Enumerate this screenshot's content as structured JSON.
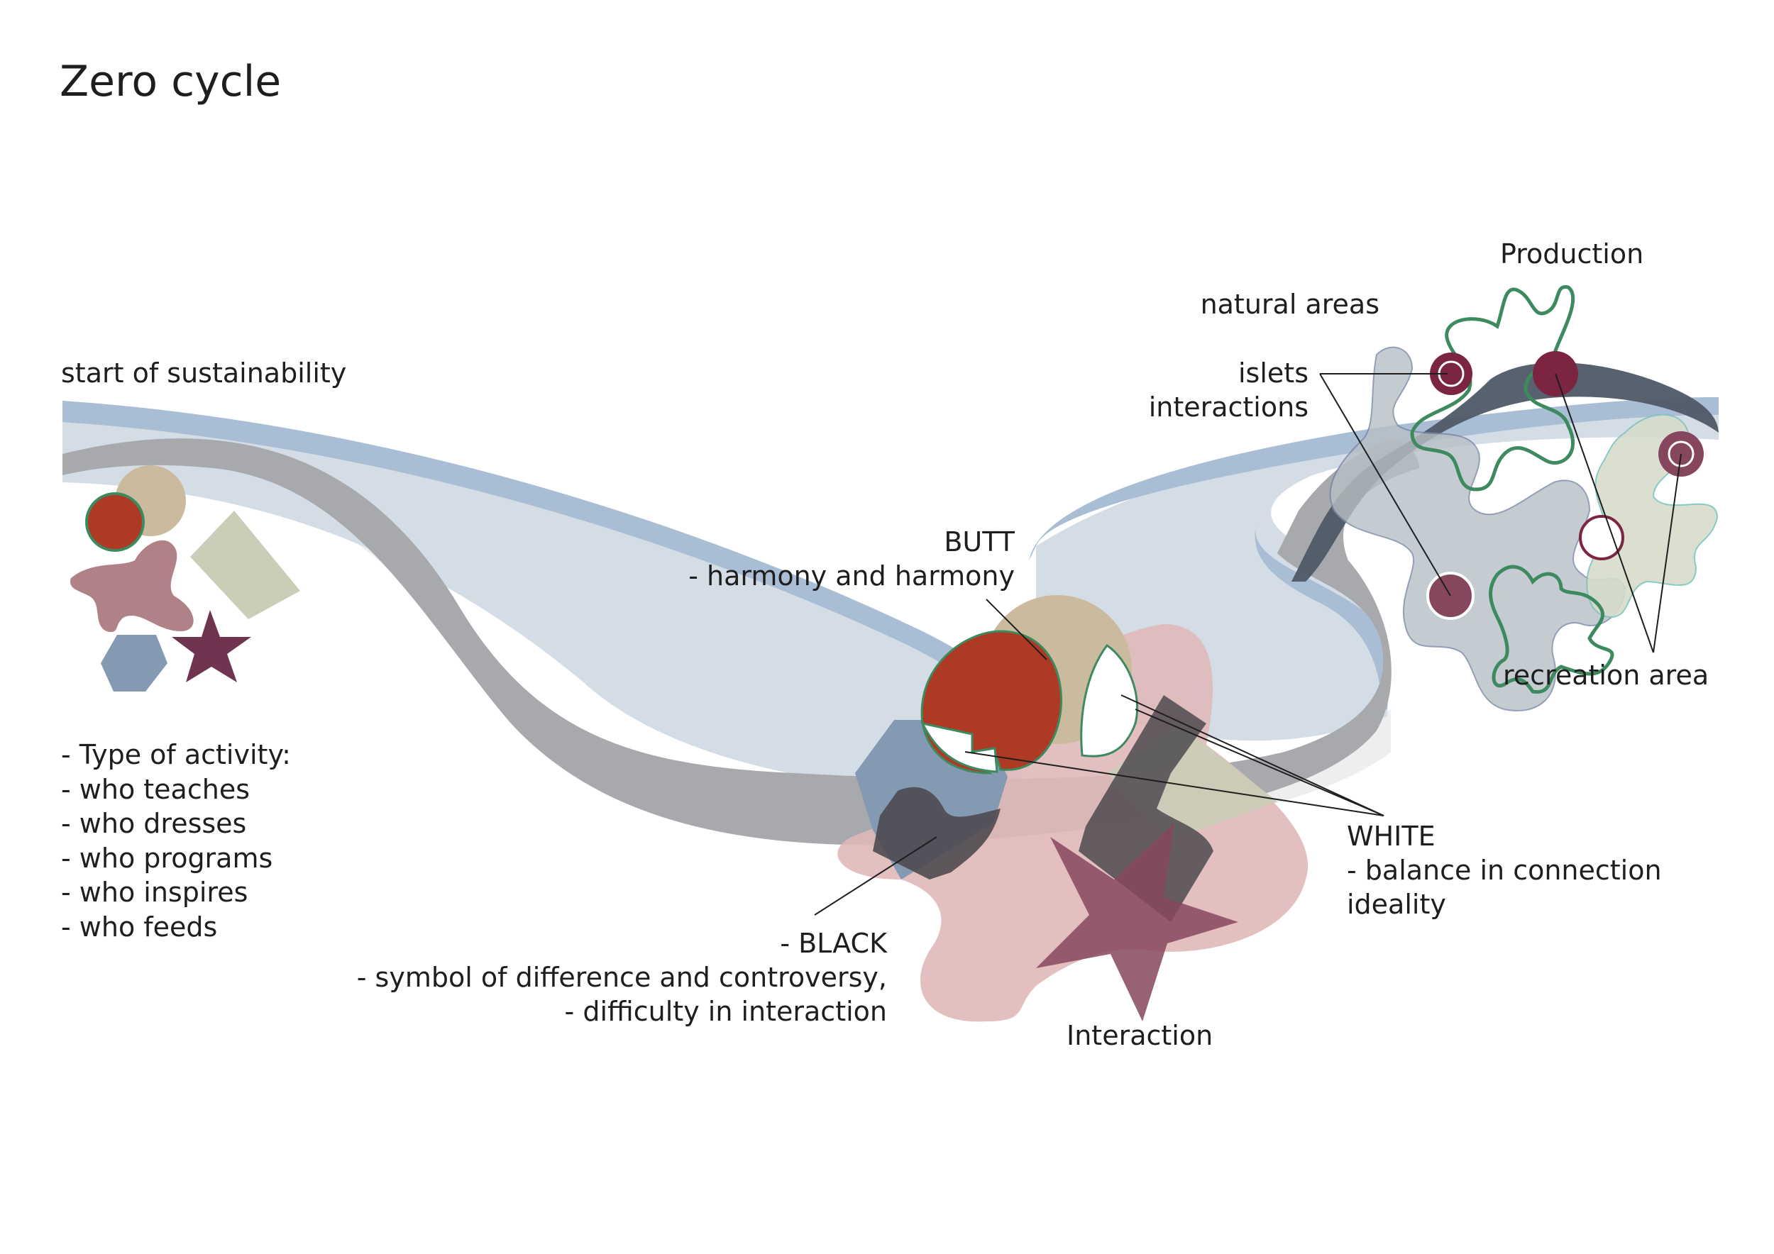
{
  "title": "Zero cycle",
  "labels": {
    "start": "start of sustainability",
    "butt_title": "BUTT",
    "butt_desc": "- harmony and harmony",
    "natural_areas": "natural areas",
    "islets": "islets",
    "interactions": "interactions",
    "production": "Production",
    "recreation": "recreation area",
    "white_title": "WHITE",
    "white_desc_1": "- balance in connection",
    "white_desc_2": "ideality",
    "black_title": "- BLACK",
    "black_desc_1": "- symbol of difference and controversy,",
    "black_desc_2": "- difficulty in interaction",
    "interaction": "Interaction"
  },
  "activity_list": [
    "- Type of activity:",
    "- who teaches",
    "- who dresses",
    "- who programs",
    "- who inspires",
    "- who feeds"
  ],
  "colors": {
    "blue_band": "#a9bdd5",
    "light_blue_fill": "#d4dde6",
    "gray_band": "#a7a9ac",
    "shadow": "#eeeeee",
    "red": "#ae3924",
    "tan": "#cbbb9e",
    "pink": "#e0b8b8",
    "mauve": "#b08288",
    "sage": "#cacdb8",
    "steel_blue": "#8499b2",
    "plum": "#6e3450",
    "dark_star": "#86475e",
    "dark_plum_dot": "#7b2541",
    "dark_gray": "#4e4a50",
    "green_outline": "#3e8a5f"
  }
}
